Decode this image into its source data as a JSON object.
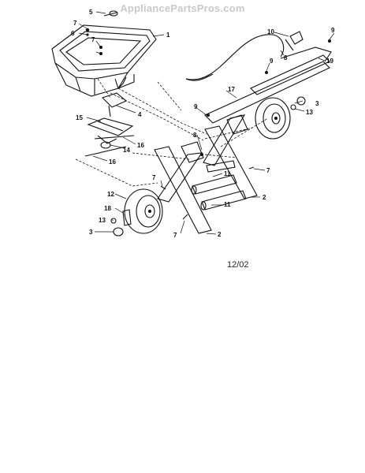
{
  "watermark": "AppliancePartsPros.com",
  "date_code": "12/02",
  "callouts": [
    "1",
    "2",
    "2",
    "3",
    "3",
    "4",
    "5",
    "6",
    "7",
    "7",
    "7",
    "7",
    "7",
    "8",
    "8",
    "9",
    "9",
    "9",
    "10",
    "11",
    "11",
    "12",
    "13",
    "13",
    "14",
    "15",
    "16",
    "16",
    "17",
    "18",
    "19"
  ]
}
